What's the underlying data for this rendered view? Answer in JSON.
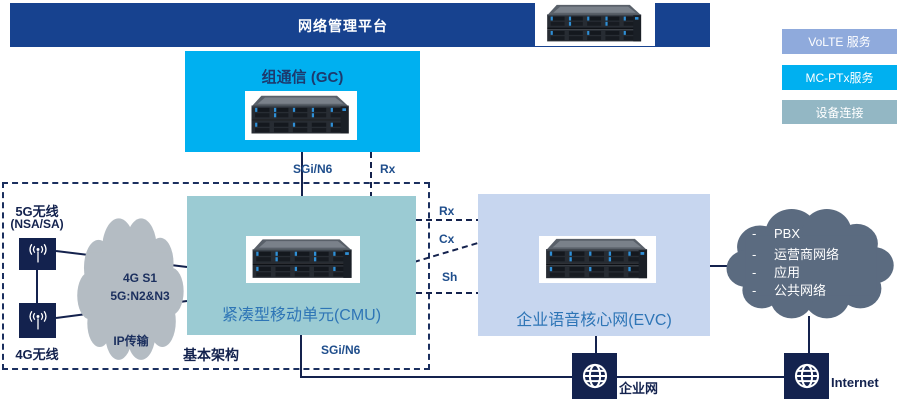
{
  "banner": {
    "title": "网络管理平台"
  },
  "legend": {
    "items": [
      {
        "label": "VoLTE 服务",
        "color": "#8faadc"
      },
      {
        "label": "MC-PTx服务",
        "color": "#00b0f0"
      },
      {
        "label": "设备连接",
        "color": "#93b7c4"
      }
    ]
  },
  "nodes": {
    "gc": {
      "title": "组通信 (GC)",
      "color": "#00b0f0"
    },
    "cmu": {
      "title": "紧凑型移动单元(CMU)",
      "color": "#9bcbd3"
    },
    "evc": {
      "title": "企业语音核心网(EVC)",
      "color": "#c7d6ef"
    }
  },
  "access": {
    "radio_5g_label": "5G无线",
    "radio_5g_sub": "(NSA/SA)",
    "radio_4g_label": "4G无线"
  },
  "transport_cloud": {
    "line1": "4G S1",
    "line2": "5G:N2&N3",
    "label": "IP传输"
  },
  "external_cloud": {
    "bullet": "-",
    "items": [
      "PBX",
      "运营商网络",
      "应用",
      "公共网络"
    ],
    "color": "#5b6b80"
  },
  "links": {
    "sgi_top": "SGi/N6",
    "rx_top": "Rx",
    "rx_right": "Rx",
    "cx": "Cx",
    "sh": "Sh",
    "sgi_bottom": "SGi/N6"
  },
  "frame": {
    "label": "基本架构"
  },
  "endpoints": {
    "enterprise": "企业网",
    "internet": "Internet"
  },
  "colors": {
    "line": "#14224d",
    "navy": "#13224e",
    "banner": "#17428f"
  }
}
